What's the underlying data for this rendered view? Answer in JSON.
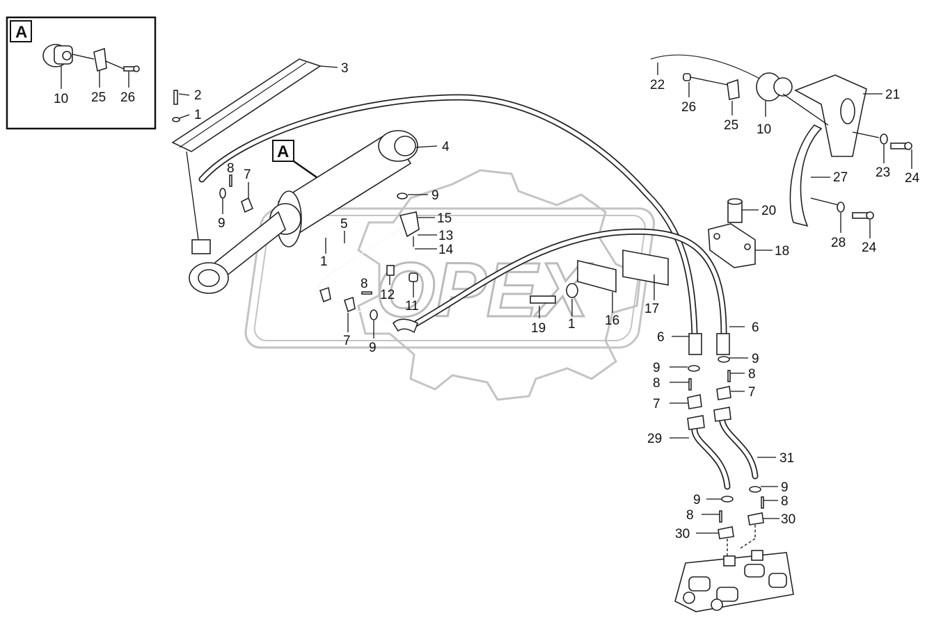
{
  "inset": {
    "title": "A",
    "labels": [
      "10",
      "25",
      "26"
    ]
  },
  "callout": "A",
  "watermark": "OPEX",
  "part_labels": [
    {
      "id": "lbl-3",
      "text": "3"
    },
    {
      "id": "lbl-2",
      "text": "2"
    },
    {
      "id": "lbl-1a",
      "text": "1"
    },
    {
      "id": "lbl-4",
      "text": "4"
    },
    {
      "id": "lbl-8a",
      "text": "8"
    },
    {
      "id": "lbl-7a",
      "text": "7"
    },
    {
      "id": "lbl-9a",
      "text": "9"
    },
    {
      "id": "lbl-9b",
      "text": "9"
    },
    {
      "id": "lbl-15",
      "text": "15"
    },
    {
      "id": "lbl-5",
      "text": "5"
    },
    {
      "id": "lbl-13",
      "text": "13"
    },
    {
      "id": "lbl-14",
      "text": "14"
    },
    {
      "id": "lbl-1b",
      "text": "1"
    },
    {
      "id": "lbl-8b",
      "text": "8"
    },
    {
      "id": "lbl-12",
      "text": "12"
    },
    {
      "id": "lbl-11",
      "text": "11"
    },
    {
      "id": "lbl-7b",
      "text": "7"
    },
    {
      "id": "lbl-9c",
      "text": "9"
    },
    {
      "id": "lbl-19",
      "text": "19"
    },
    {
      "id": "lbl-1c",
      "text": "1"
    },
    {
      "id": "lbl-16",
      "text": "16"
    },
    {
      "id": "lbl-17",
      "text": "17"
    },
    {
      "id": "lbl-22",
      "text": "22"
    },
    {
      "id": "lbl-26",
      "text": "26"
    },
    {
      "id": "lbl-25",
      "text": "25"
    },
    {
      "id": "lbl-10",
      "text": "10"
    },
    {
      "id": "lbl-21",
      "text": "21"
    },
    {
      "id": "lbl-23",
      "text": "23"
    },
    {
      "id": "lbl-24a",
      "text": "24"
    },
    {
      "id": "lbl-27",
      "text": "27"
    },
    {
      "id": "lbl-20",
      "text": "20"
    },
    {
      "id": "lbl-18",
      "text": "18"
    },
    {
      "id": "lbl-28",
      "text": "28"
    },
    {
      "id": "lbl-24b",
      "text": "24"
    },
    {
      "id": "lbl-6a",
      "text": "6"
    },
    {
      "id": "lbl-6b",
      "text": "6"
    },
    {
      "id": "lbl-9d",
      "text": "9"
    },
    {
      "id": "lbl-9e",
      "text": "9"
    },
    {
      "id": "lbl-8c",
      "text": "8"
    },
    {
      "id": "lbl-8d",
      "text": "8"
    },
    {
      "id": "lbl-7c",
      "text": "7"
    },
    {
      "id": "lbl-7d",
      "text": "7"
    },
    {
      "id": "lbl-29",
      "text": "29"
    },
    {
      "id": "lbl-31",
      "text": "31"
    },
    {
      "id": "lbl-9f",
      "text": "9"
    },
    {
      "id": "lbl-9g",
      "text": "9"
    },
    {
      "id": "lbl-8e",
      "text": "8"
    },
    {
      "id": "lbl-8f",
      "text": "8"
    },
    {
      "id": "lbl-30a",
      "text": "30"
    },
    {
      "id": "lbl-30b",
      "text": "30"
    }
  ]
}
